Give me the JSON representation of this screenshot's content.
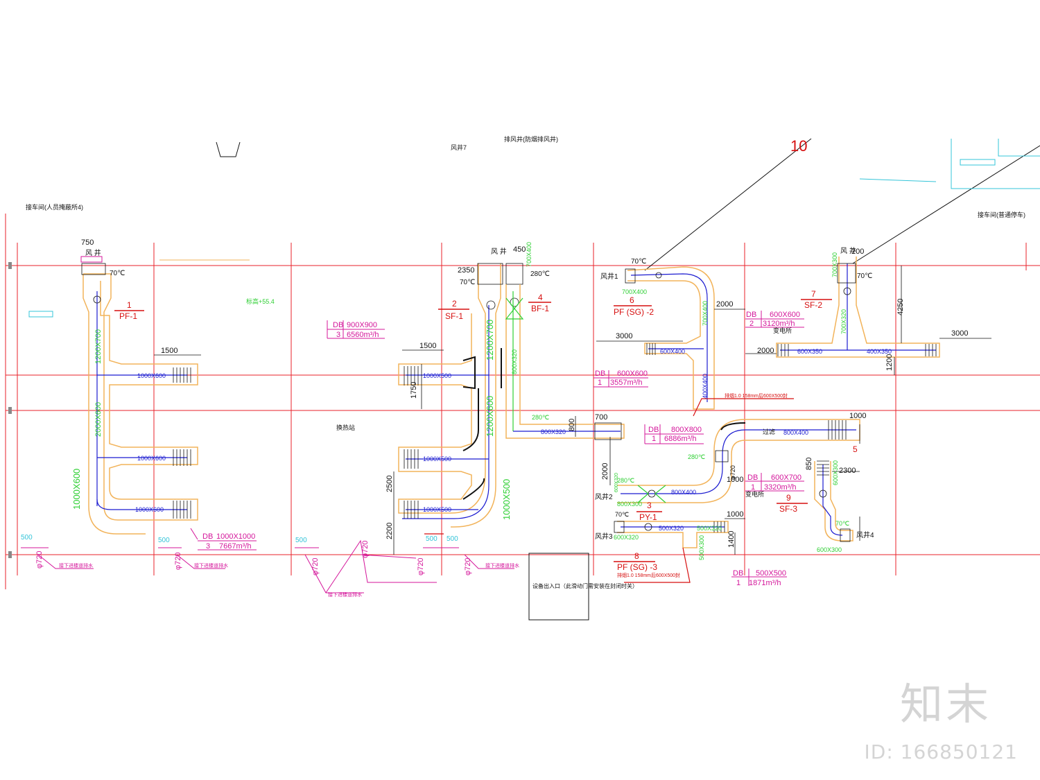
{
  "colors": {
    "axis": "#e8202a",
    "duct_outline": "#f2b35a",
    "duct_center": "#1b1bd0",
    "size_text": "#2ecf33",
    "label": "#d4159a",
    "red_text": "#d60f0f",
    "black": "#111111",
    "cyan": "#33c4d8",
    "watermark": "#d4d4d4"
  },
  "room_labels": {
    "left_room": "接车间(人员掩蔽所4)",
    "right_room": "接车间(普通停车)",
    "top_room": "排风井(防烟排风井)",
    "air_shaft_top": "风井7",
    "pump_room": "换热站",
    "pump_room_elev": "标高+55.4",
    "substation_a": "变电所",
    "substation_b": "变电所",
    "equipment_entry": "设备出入口（此滑动门需安装在封闭时关）",
    "number_10": "10"
  },
  "fans": [
    {
      "num": "1",
      "tag": "PF-1"
    },
    {
      "num": "2",
      "tag": "SF-1"
    },
    {
      "num": "4",
      "tag": "BF-1"
    },
    {
      "num": "6",
      "tag": "PF (SG) -2"
    },
    {
      "num": "7",
      "tag": "SF-2"
    },
    {
      "num": "3",
      "tag": "PY-1"
    },
    {
      "num": "8",
      "tag": "PF (SG) -3"
    },
    {
      "num": "9",
      "tag": "SF-3"
    },
    {
      "num": "5",
      "tag": ""
    }
  ],
  "airflow_boxes": [
    {
      "type": "DB",
      "size": "900X900",
      "count": "3",
      "flow": "6560m³/h"
    },
    {
      "type": "DB",
      "size": "1000X1000",
      "count": "3",
      "flow": "7667m³/h"
    },
    {
      "type": "DB",
      "size": "600X600",
      "count": "2",
      "flow": "3120m³/h"
    },
    {
      "type": "DB",
      "size": "600X600",
      "count": "1",
      "flow": "3557m³/h"
    },
    {
      "type": "DB",
      "size": "800X800",
      "count": "1",
      "flow": "6886m³/h"
    },
    {
      "type": "DB",
      "size": "600X700",
      "count": "1",
      "flow": "3320m³/h"
    },
    {
      "type": "DB",
      "size": "500X500",
      "count": "1",
      "flow": "1871m³/h"
    }
  ],
  "duct_sizes": [
    "1200X700",
    "2000X600",
    "1000X600",
    "1000X600",
    "1000X600",
    "1000X600",
    "1000X500",
    "1000X500",
    "1000X500",
    "1200X700",
    "1200X600",
    "1000X500",
    "800X320",
    "700X400",
    "600X400",
    "700X400",
    "400X400",
    "600X350",
    "400X350",
    "700X300",
    "700X320",
    "800X400",
    "800X400",
    "800X320",
    "600X320",
    "500X320",
    "500X320",
    "600X300",
    "600X300",
    "800X300",
    "500X300",
    "600X320",
    "700X400"
  ],
  "dimensions": [
    "750",
    "1500",
    "1500",
    "1750",
    "2350",
    "450",
    "200",
    "2000",
    "3000",
    "2000",
    "3000",
    "4250",
    "1200",
    "1000",
    "700",
    "800",
    "2000",
    "1000",
    "1000",
    "1400",
    "2300",
    "850",
    "2500",
    "2200",
    "500",
    "500",
    "500",
    "500",
    "500"
  ],
  "temps": [
    "70℃",
    "70℃",
    "280℃",
    "70℃",
    "70℃",
    "280℃",
    "280℃",
    "280℃",
    "70℃",
    "70℃"
  ],
  "shaft_labels": [
    "风井1",
    "风井2",
    "风井3",
    "风井4",
    "风 井",
    "风 井",
    "风 井"
  ],
  "pipe_labels": [
    "φ720",
    "φ720",
    "φ720",
    "φ720",
    "φ720",
    "φ720",
    "φ720"
  ],
  "notes": [
    "接下进楼道排水",
    "接下进楼道排水",
    "接下进楼道排水",
    "接下进楼道排水",
    "排烟1.0 158mm后600X500封",
    "排烟1.0 158mm后600X500封",
    "过滤"
  ],
  "watermark": {
    "logo": "知末",
    "id": "ID: 166850121"
  }
}
